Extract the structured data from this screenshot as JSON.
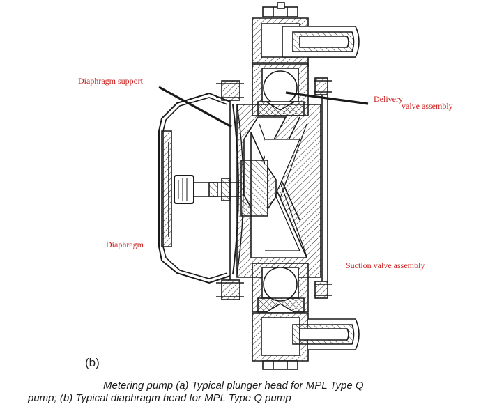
{
  "labels": {
    "diaphragm_support": "Diaphragm support",
    "delivery_line1": "Delivery",
    "delivery_line2": "valve assembly",
    "diaphragm": "Diaphragm",
    "suction": "Suction valve assembly"
  },
  "figure_id": "(b)",
  "caption": {
    "line1": "Metering pump (a) Typical plunger head for MPL Type Q",
    "line2": "pump; (b) Typical diaphragm head for MPL Type Q pump"
  },
  "colors": {
    "label_red": "#c8201e",
    "line": "#1a1a1a"
  }
}
